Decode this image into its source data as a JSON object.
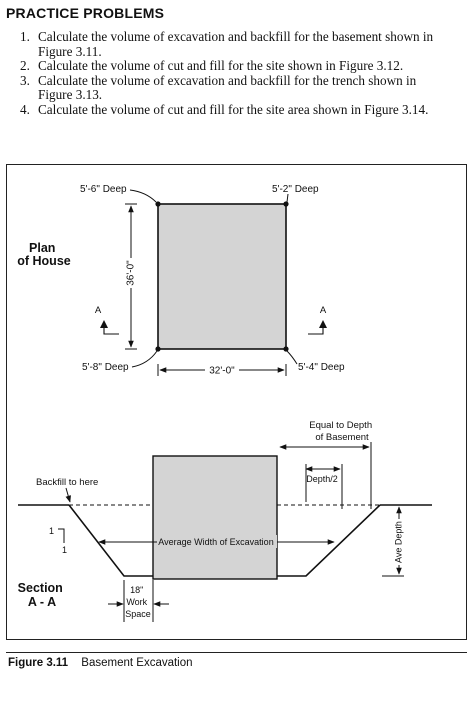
{
  "heading": "PRACTICE PROBLEMS",
  "problems": [
    {
      "num": "1.",
      "lines": [
        "Calculate the volume of excavation and backfill for the basement shown in",
        "Figure 3.11."
      ]
    },
    {
      "num": "2.",
      "lines": [
        "Calculate the volume of cut and fill for the site shown in Figure 3.12."
      ]
    },
    {
      "num": "3.",
      "lines": [
        "Calculate the volume of excavation and backfill for the trench shown in",
        "Figure 3.13."
      ]
    },
    {
      "num": "4.",
      "lines": [
        "Calculate the volume of cut and fill for the site area shown in Figure 3.14."
      ]
    }
  ],
  "figure": {
    "plan_title": [
      "Plan",
      "of House"
    ],
    "corner_labels": {
      "top_left": "5'-6\" Deep",
      "top_right": "5'-2\" Deep",
      "bottom_left": "5'-8\" Deep",
      "bottom_right": "5'-4\" Deep"
    },
    "dim_vertical": "36'-0\"",
    "dim_horizontal": "32'-0\"",
    "section_marker": "A",
    "equal_to_depth": [
      "Equal to Depth",
      "of Basement"
    ],
    "depth_half": "Depth/2",
    "backfill": "Backfill to here",
    "slope_numbers": [
      "1",
      "1"
    ],
    "avg_width": "Average Width of Excavation",
    "ave_depth": "Ave Depth",
    "section_title": [
      "Section",
      "A - A"
    ],
    "work_space": [
      "18\"",
      "Work",
      "Space"
    ]
  },
  "caption": {
    "label": "Figure 3.11",
    "text": "Basement Excavation"
  }
}
